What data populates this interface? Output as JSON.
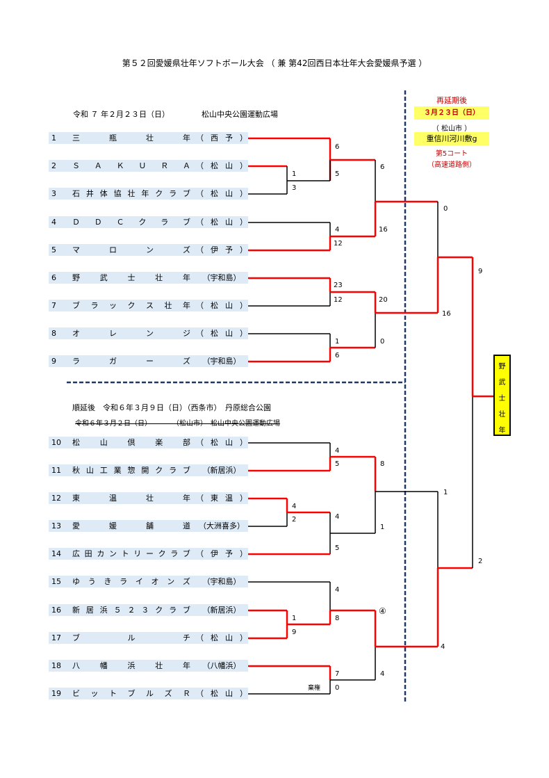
{
  "title": "第５２回愛媛県壮年ソフトボール大会 （ 兼 第42回西日本壮年大会愛媛県予選 ）",
  "block1": {
    "date": "令和 ７ 年２月２３日（日）",
    "venue": "松山中央公園運動広場"
  },
  "block2": {
    "postponed": "順延後　令和６年３月９日（日）（西条市）　丹原総合公園",
    "struck": "令和６年３月２日（日）　　　　（松山市）　松山中央公園運動広場"
  },
  "extension": {
    "title": "再延期後",
    "date": "３月２３日（日）",
    "city": "（ 松山市 ）",
    "venue": "重信川河川敷g",
    "court": "第5コート",
    "note": "（高速道路側）"
  },
  "teams": [
    {
      "num": "1",
      "name": [
        "三",
        "瓶",
        "壮",
        "年"
      ],
      "pref": [
        "（",
        "西",
        "予",
        "）"
      ]
    },
    {
      "num": "2",
      "name": [
        "Ｓ",
        "Ａ",
        "Ｋ",
        "Ｕ",
        "Ｒ",
        "Ａ"
      ],
      "pref": [
        "（",
        "松",
        "山",
        "）"
      ]
    },
    {
      "num": "3",
      "name": [
        "石",
        "井",
        "体",
        "協",
        "壮",
        "年",
        "ク",
        "ラ",
        "ブ"
      ],
      "pref": [
        "（",
        "松",
        "山",
        "）"
      ]
    },
    {
      "num": "4",
      "name": [
        "Ｄ",
        "Ｄ",
        "Ｃ",
        "ク",
        "ラ",
        "ブ"
      ],
      "pref": [
        "（",
        "松",
        "山",
        "）"
      ]
    },
    {
      "num": "5",
      "name": [
        "マ",
        "ロ",
        "ン",
        "ズ"
      ],
      "pref": [
        "（",
        "伊",
        "予",
        "）"
      ]
    },
    {
      "num": "6",
      "name": [
        "野",
        "武",
        "士",
        "壮",
        "年"
      ],
      "pref": [
        "（宇和島）"
      ]
    },
    {
      "num": "7",
      "name": [
        "ブ",
        "ラ",
        "ッ",
        "ク",
        "ス",
        "壮",
        "年"
      ],
      "pref": [
        "（",
        "松",
        "山",
        "）"
      ]
    },
    {
      "num": "8",
      "name": [
        "オ",
        "レ",
        "ン",
        "ジ"
      ],
      "pref": [
        "（",
        "松",
        "山",
        "）"
      ]
    },
    {
      "num": "9",
      "name": [
        "ラ",
        "ガ",
        "ー",
        "ズ"
      ],
      "pref": [
        "（宇和島）"
      ]
    },
    {
      "num": "10",
      "name": [
        "松",
        "山",
        "倶",
        "楽",
        "部"
      ],
      "pref": [
        "（",
        "松",
        "山",
        "）"
      ]
    },
    {
      "num": "11",
      "name": [
        "秋",
        "山",
        "工",
        "業",
        "惣",
        "開",
        "ク",
        "ラ",
        "ブ"
      ],
      "pref": [
        "（新居浜）"
      ]
    },
    {
      "num": "12",
      "name": [
        "東",
        "温",
        "壮",
        "年"
      ],
      "pref": [
        "（",
        "東",
        "温",
        "）"
      ]
    },
    {
      "num": "13",
      "name": [
        "愛",
        "媛",
        "舗",
        "道"
      ],
      "pref": [
        "（大洲喜多）"
      ]
    },
    {
      "num": "14",
      "name": [
        "広",
        "田",
        "カ",
        "ン",
        "ト",
        "リ",
        "ー",
        "ク",
        "ラ",
        "ブ"
      ],
      "pref": [
        "（",
        "伊",
        "予",
        "）"
      ]
    },
    {
      "num": "15",
      "name": [
        "ゆ",
        "う",
        "き",
        "ラ",
        "イ",
        "オ",
        "ン",
        "ズ"
      ],
      "pref": [
        "（宇和島）"
      ]
    },
    {
      "num": "16",
      "name": [
        "新",
        "居",
        "浜",
        "５",
        "２",
        "３",
        "ク",
        "ラ",
        "ブ"
      ],
      "pref": [
        "（新居浜）"
      ]
    },
    {
      "num": "17",
      "name": [
        "ブ",
        "ル",
        "チ"
      ],
      "pref": [
        "（",
        "松",
        "山",
        "）"
      ]
    },
    {
      "num": "18",
      "name": [
        "八",
        "幡",
        "浜",
        "壮",
        "年"
      ],
      "pref": [
        "（八幡浜）"
      ]
    },
    {
      "num": "19",
      "name": [
        "ビ",
        "ッ",
        "ト",
        "ブ",
        "ル",
        "ズ",
        "Ｒ"
      ],
      "pref": [
        "（",
        "松",
        "山",
        "）"
      ]
    }
  ],
  "scores": {
    "r1_1": "6",
    "r1_23a": "1",
    "r1_23b": "3",
    "r2_1": "5",
    "r1_45a": "4",
    "r1_45b": "12",
    "r1_67a": "23",
    "r1_67b": "12",
    "r1_89a": "1",
    "r1_89b": "6",
    "r3_top_a": "6",
    "r3_top_b": "16",
    "r3_bot_a": "20",
    "r3_bot_b": "0",
    "sf_top_a": "0",
    "sf_top_b": "16",
    "r1_10_11a": "4",
    "r1_10_11b": "5",
    "r1_12_13a": "4",
    "r1_12_13b": "2",
    "r2_14a": "4",
    "r2_14b": "5",
    "r3_mid_a": "8",
    "r3_mid_b": "1",
    "r1_15": "4",
    "r1_16_17a": "1",
    "r1_16_17b": "9",
    "r2_15b": "8",
    "r3_low_a": "④",
    "r1_18_19a": "7",
    "r1_18_19b": "0",
    "forfeit": "棄権",
    "r3_low_b": "4",
    "sf_bot_a": "1",
    "sf_bot_b": "4",
    "final_a": "9",
    "final_b": "2"
  },
  "winner": [
    "野",
    "武",
    "士",
    "壮",
    "年"
  ],
  "colors": {
    "win": "#ff0000",
    "lose": "#000000",
    "divider": "#1f3864",
    "row": "#deeaf6",
    "highlight": "#ffff00"
  }
}
